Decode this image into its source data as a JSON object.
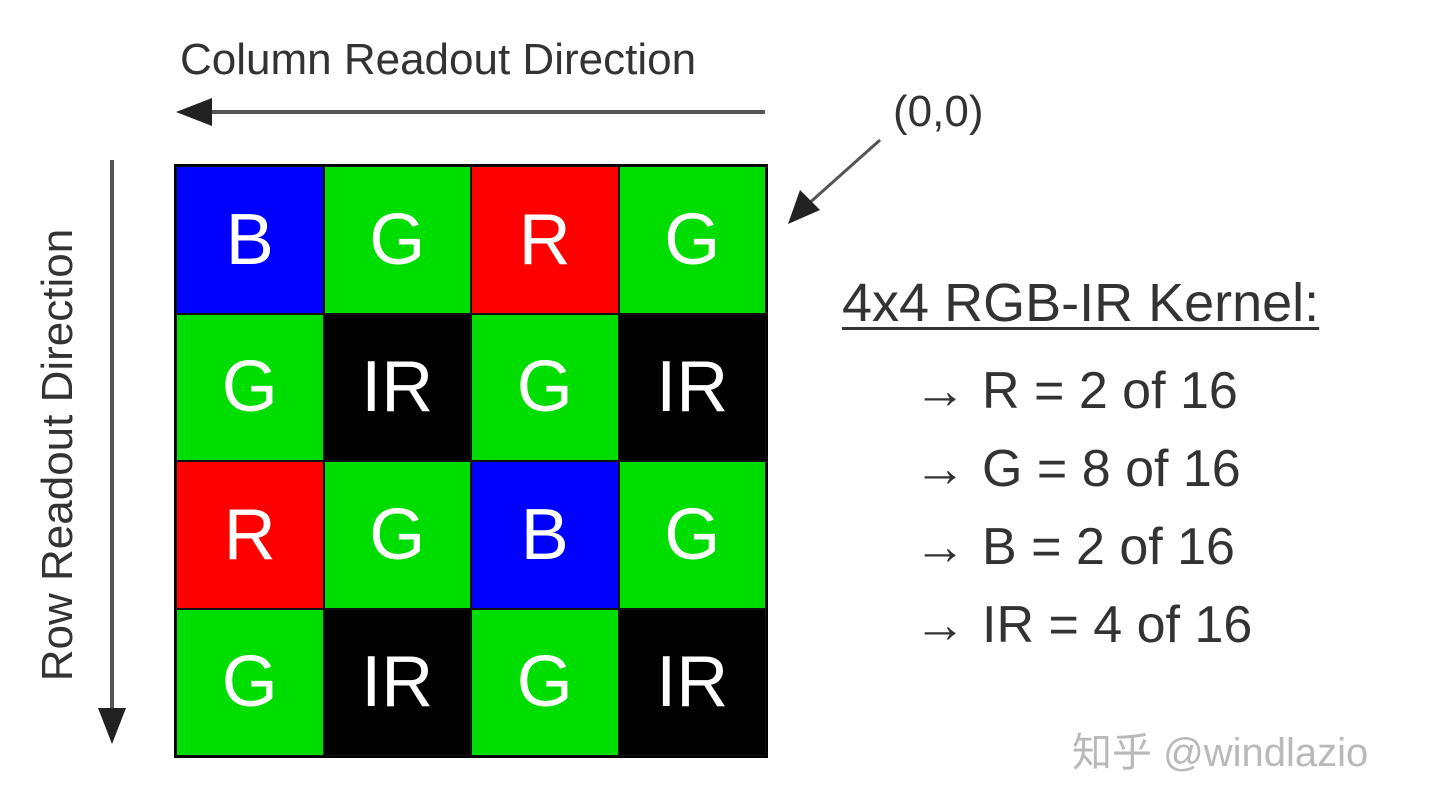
{
  "labels": {
    "column_readout": "Column Readout Direction",
    "row_readout": "Row Readout Direction",
    "origin": "(0,0)"
  },
  "colors": {
    "B": "#0000ff",
    "G": "#00dd00",
    "R": "#ff0000",
    "IR": "#000000"
  },
  "grid": [
    [
      "B",
      "G",
      "R",
      "G"
    ],
    [
      "G",
      "IR",
      "G",
      "IR"
    ],
    [
      "R",
      "G",
      "B",
      "G"
    ],
    [
      "G",
      "IR",
      "G",
      "IR"
    ]
  ],
  "legend": {
    "title": "4x4 RGB-IR Kernel:",
    "items": [
      {
        "arrow": "→",
        "text": "R = 2 of 16"
      },
      {
        "arrow": "→",
        "text": "G = 8 of 16"
      },
      {
        "arrow": "→",
        "text": "B = 2 of 16"
      },
      {
        "arrow": "→",
        "text": "IR = 4 of 16"
      }
    ]
  },
  "watermark": "知乎 @windlazio"
}
